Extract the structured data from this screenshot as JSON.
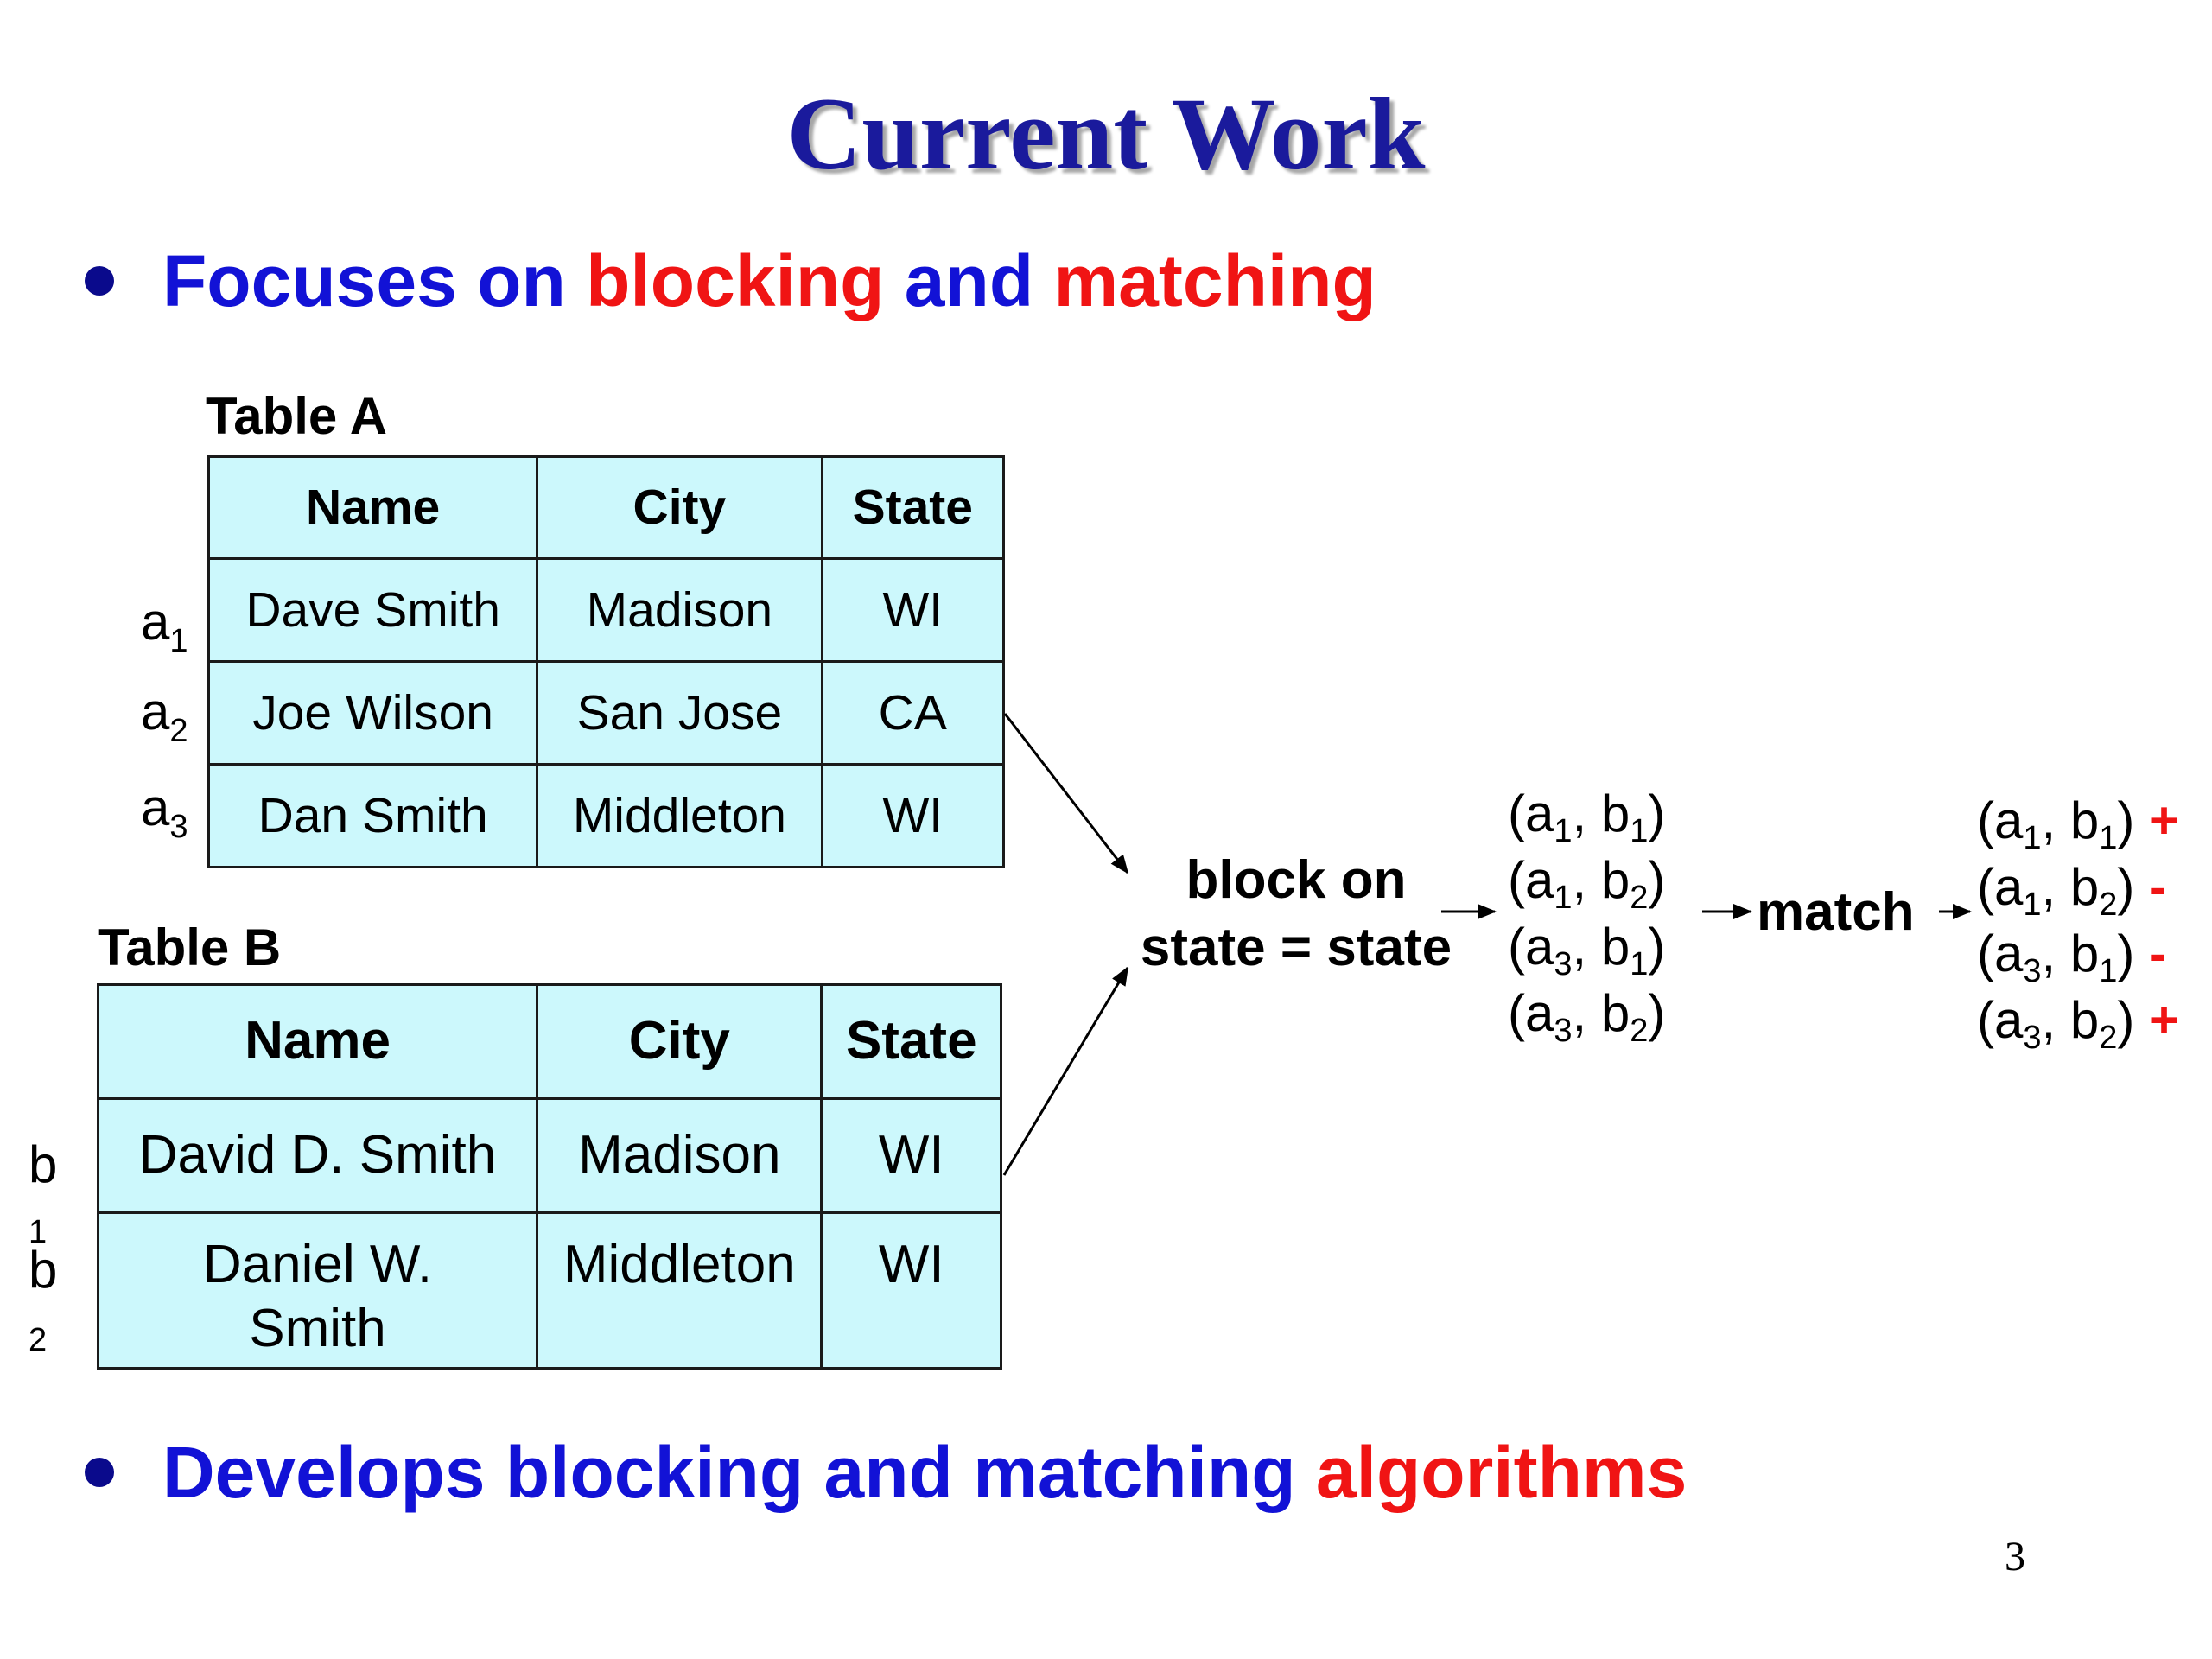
{
  "title": "Current Work",
  "bullets": [
    {
      "segments": [
        {
          "text": "Focuses on ",
          "color": "#1212d6"
        },
        {
          "text": "blocking",
          "color": "#f01414"
        },
        {
          "text": " and ",
          "color": "#1212d6"
        },
        {
          "text": "matching",
          "color": "#f01414"
        }
      ]
    },
    {
      "segments": [
        {
          "text": "Develops blocking and matching ",
          "color": "#1212d6"
        },
        {
          "text": "algorithms",
          "color": "#f01414"
        }
      ]
    }
  ],
  "tableA": {
    "label": "Table A",
    "headers": [
      "Name",
      "City",
      "State"
    ],
    "rows": [
      {
        "id": "a",
        "sub": "1",
        "cells": [
          "Dave Smith",
          "Madison",
          "WI"
        ]
      },
      {
        "id": "a",
        "sub": "2",
        "cells": [
          "Joe Wilson",
          "San Jose",
          "CA"
        ]
      },
      {
        "id": "a",
        "sub": "3",
        "cells": [
          "Dan Smith",
          "Middleton",
          "WI"
        ]
      }
    ]
  },
  "tableB": {
    "label": "Table B",
    "headers": [
      "Name",
      "City",
      "State"
    ],
    "rows": [
      {
        "id": "b",
        "sub": "1",
        "cells": [
          "David D. Smith",
          "Madison",
          "WI"
        ]
      },
      {
        "id": "b",
        "sub": "2",
        "cells": [
          "Daniel W. Smith",
          "Middleton",
          "WI"
        ]
      }
    ]
  },
  "block": {
    "line1": "block on",
    "line2": "state = state"
  },
  "match_label": "match",
  "candidate_pairs": [
    {
      "a": "1",
      "b": "1"
    },
    {
      "a": "1",
      "b": "2"
    },
    {
      "a": "3",
      "b": "1"
    },
    {
      "a": "3",
      "b": "2"
    }
  ],
  "match_results": [
    {
      "a": "1",
      "b": "1",
      "mark": "+"
    },
    {
      "a": "1",
      "b": "2",
      "mark": "-"
    },
    {
      "a": "3",
      "b": "1",
      "mark": "-"
    },
    {
      "a": "3",
      "b": "2",
      "mark": "+"
    }
  ],
  "page_number": "3"
}
